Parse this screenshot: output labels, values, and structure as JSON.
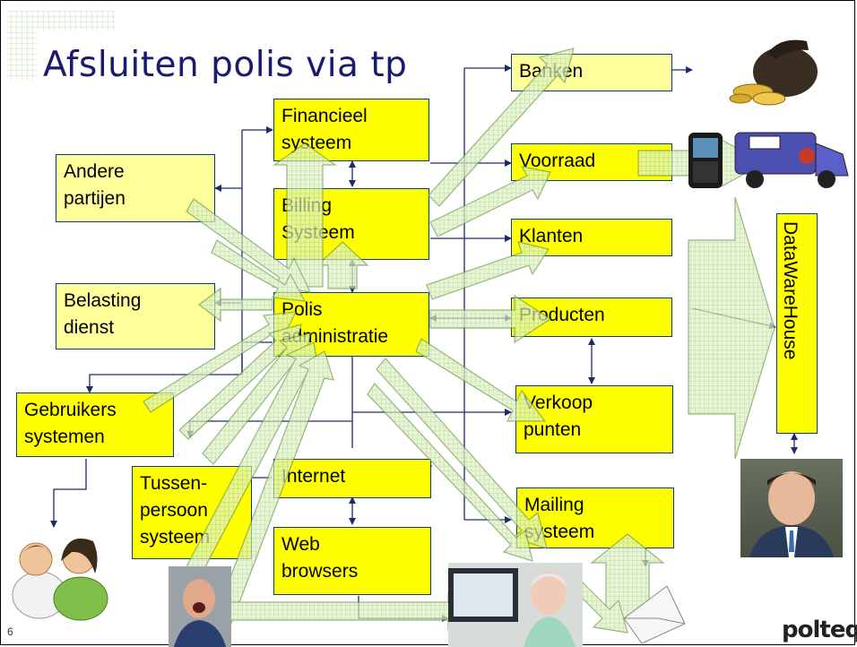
{
  "slide": {
    "title": "Afsluiten polis via tp",
    "page_number": "6",
    "logo": "polteq"
  },
  "nodes": {
    "banken": {
      "line1": "Banken"
    },
    "financieel": {
      "line1": "Financieel",
      "line2": "systeem"
    },
    "andere": {
      "line1": "Andere",
      "line2": "partijen"
    },
    "voorraad": {
      "line1": "Voorraad"
    },
    "billing": {
      "line1": "Billing",
      "line2": "Systeem"
    },
    "klanten": {
      "line1": "Klanten"
    },
    "belasting": {
      "line1": "Belasting",
      "line2": "dienst"
    },
    "polis": {
      "line1": "Polis",
      "line2": "administratie"
    },
    "producten": {
      "line1": "Producten"
    },
    "datawarehouse": {
      "line1": "DataWareHouse"
    },
    "gebruikers": {
      "line1": "Gebruikers",
      "line2": "systemen"
    },
    "verkoop": {
      "line1": "Verkoop",
      "line2": "punten"
    },
    "tussenpersoon": {
      "line1": "Tussen-",
      "line2": "persoon",
      "line3": "systeem"
    },
    "internet": {
      "line1": "Internet"
    },
    "web": {
      "line1": "Web",
      "line2": "browsers"
    },
    "mailing": {
      "line1": "Mailing",
      "line2": "systeem"
    }
  },
  "colors": {
    "box_fill": "#ffff00",
    "box_pale": "#ffff99",
    "box_border": "#003a8c",
    "connector": "#1f2a6e",
    "flow_arrow_fill": "#cfeaaa",
    "flow_arrow_stroke": "#6f9a4e",
    "title": "#1a1a6e"
  },
  "icons": [
    "money-bag-icon",
    "delivery-van-icon",
    "smartphone-icon",
    "envelope-icon",
    "people-icon"
  ]
}
